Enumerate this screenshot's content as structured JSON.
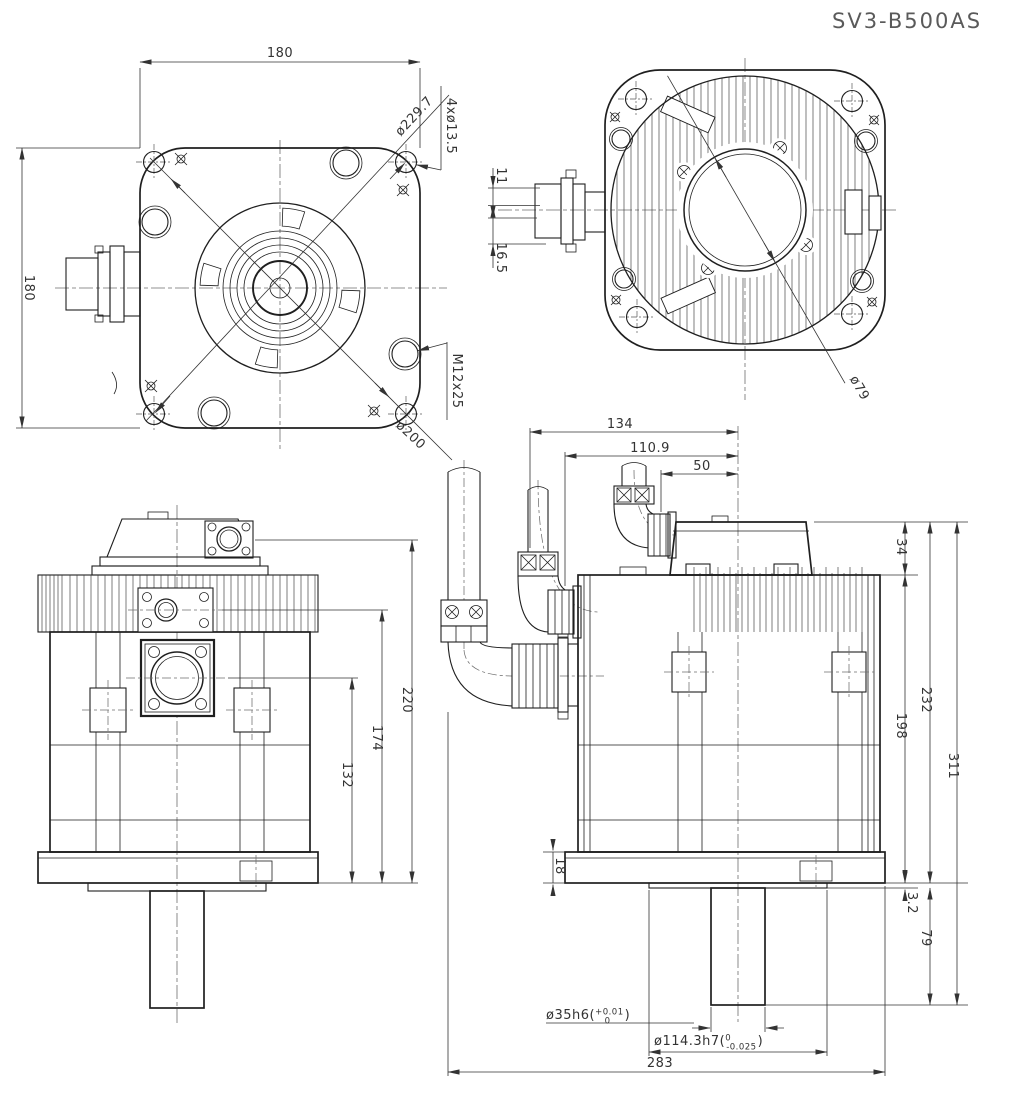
{
  "title": "SV3-B500AS",
  "colors": {
    "line": "#1f1f1f",
    "dim": "#333333",
    "centerline": "#6e6e6e",
    "background": "#ffffff",
    "title_text": "#5a5a5a"
  },
  "front_view": {
    "dim_width_top": "180",
    "dim_height_left": "180",
    "dim_bolt_circle_dia": "ø229.7",
    "dim_mount_holes": "4xø13.5",
    "dim_thread_spec": "M12x25",
    "dim_pilot_dia": "ø200"
  },
  "rear_view": {
    "dim_upper": "11",
    "dim_lower": "16.5",
    "dim_center_hole_dia": "ø79"
  },
  "front_elevation": {
    "dim_height_1": "220",
    "dim_height_2": "174",
    "dim_height_3": "132"
  },
  "side_elevation": {
    "dim_width_1": "134",
    "dim_width_2": "110.9",
    "dim_width_3": "50",
    "dim_box_height": "34",
    "dim_height_flange_top": "232",
    "dim_height_body": "198",
    "dim_height_total": "311",
    "dim_flange_thickness": "18",
    "dim_spigot_thickness": "3.2",
    "dim_shaft_length": "79",
    "dim_overall_length": "283",
    "shaft_dia": {
      "prefix": "ø35h6(",
      "tol_upper": "+0.01",
      "tol_lower": "0",
      "suffix": ")"
    },
    "spigot_dia": {
      "prefix": "ø114.3h7(",
      "tol_upper": "0",
      "tol_lower": "-0.025",
      "suffix": ")"
    }
  }
}
